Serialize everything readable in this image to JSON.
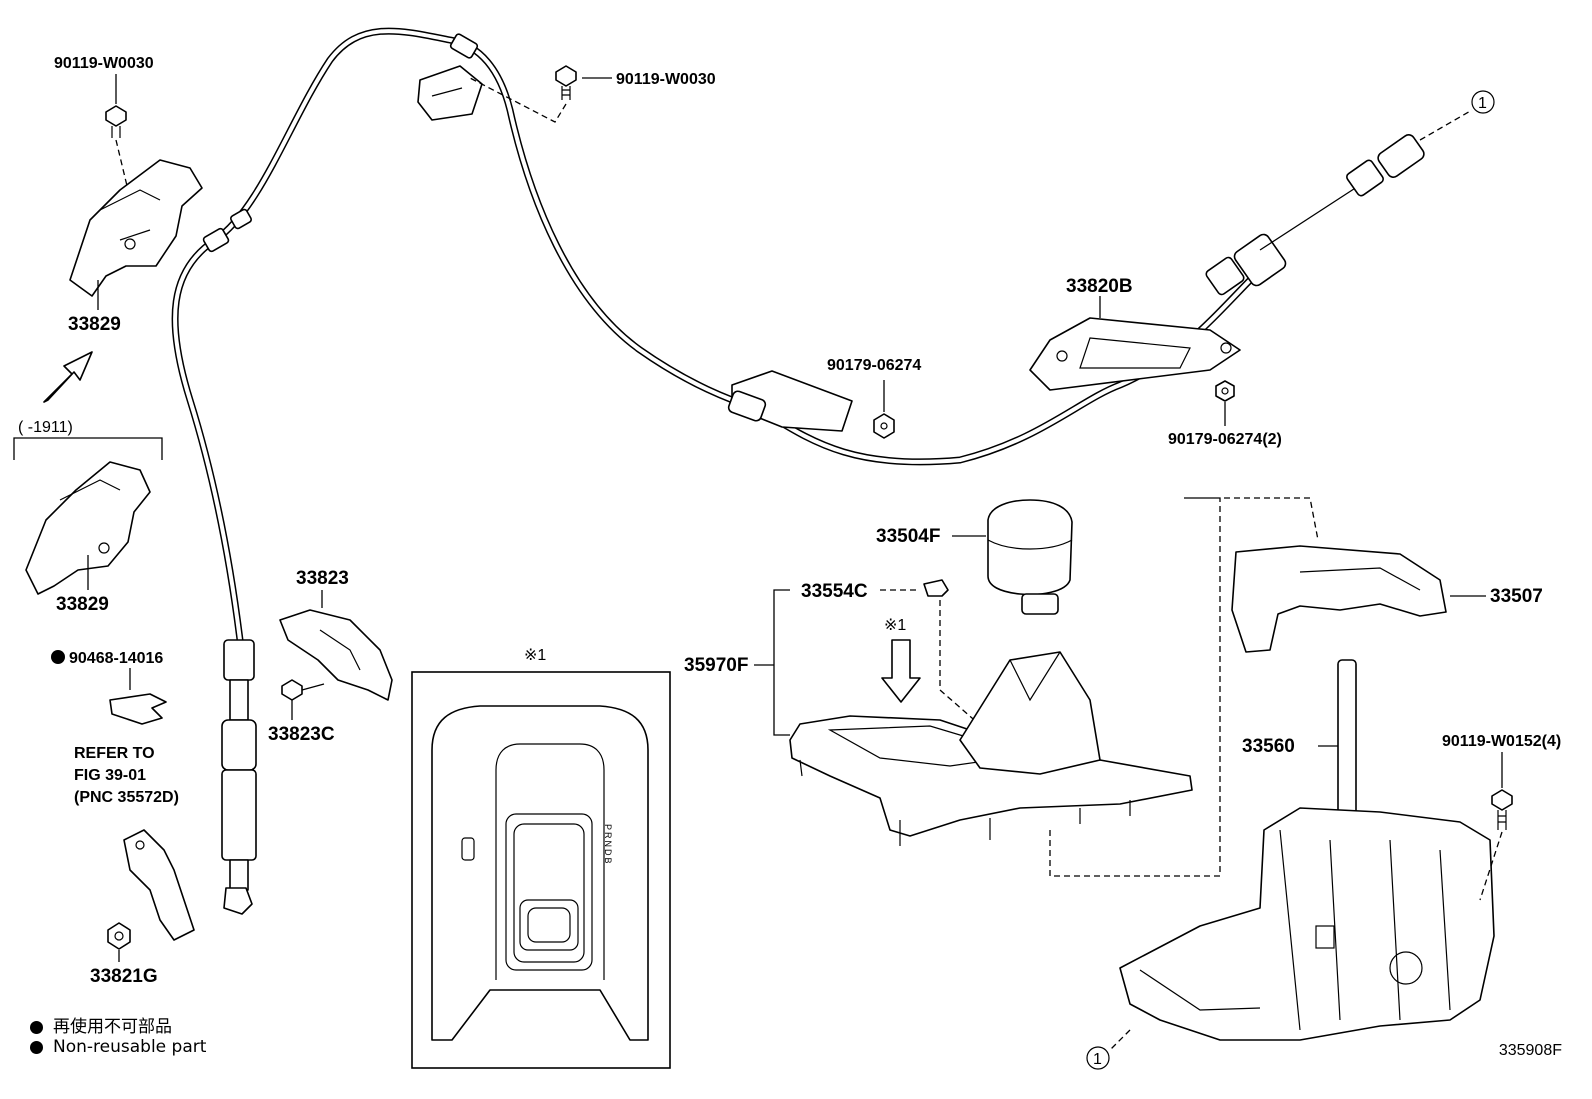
{
  "parts": {
    "p90119_w0030_left": "90119-W0030",
    "p90119_w0030_top": "90119-W0030",
    "p33829_top": "33829",
    "p33829_bottom": "33829",
    "range_label": "(    -1911)",
    "p90468_14016": "90468-14016",
    "refer_line1": "REFER TO",
    "refer_line2": "FIG 39-01",
    "refer_line3": "(PNC 35572D)",
    "p33821g": "33821G",
    "p33823": "33823",
    "p33823c": "33823C",
    "p90179_06274": "90179-06274",
    "p33820b": "33820B",
    "p90179_06274_2": "90179-06274(2)",
    "p33504f": "33504F",
    "p33554c": "33554C",
    "p35970f": "35970F",
    "p33507": "33507",
    "p33560": "33560",
    "p90119_w0152": "90119-W0152(4)",
    "ref_mark_1": "※1",
    "ref_mark_box": "※1",
    "circle_1_top": "1",
    "circle_1_bottom": "1",
    "gate_labels": "PRNDB"
  },
  "legend": {
    "line1": "再使用不可部品",
    "line2": "Non-reusable part"
  },
  "figure_id": "335908F"
}
